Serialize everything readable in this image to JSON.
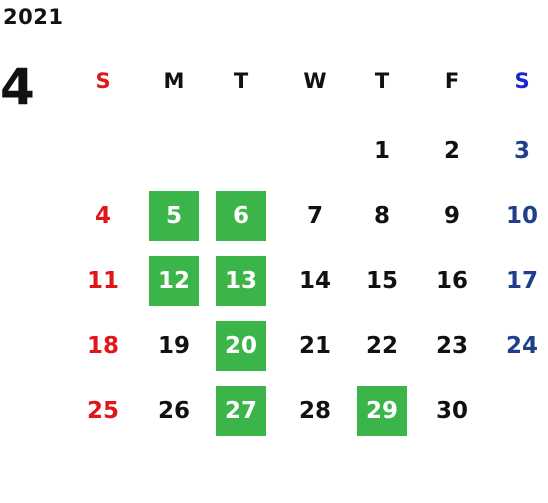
{
  "calendar": {
    "year": "2021",
    "month": "4",
    "weekdays": [
      "S",
      "M",
      "T",
      "W",
      "T",
      "F",
      "S"
    ],
    "first_weekday_index": 4,
    "days_in_month": 30,
    "highlighted_days": [
      5,
      6,
      12,
      13,
      20,
      27,
      29
    ],
    "colors": {
      "sunday": "#e0161b",
      "saturday_header": "#1a24d0",
      "saturday_day": "#1f3f8c",
      "weekday": "#111111",
      "highlight_bg": "#3bb54a",
      "highlight_text": "#ffffff"
    }
  }
}
